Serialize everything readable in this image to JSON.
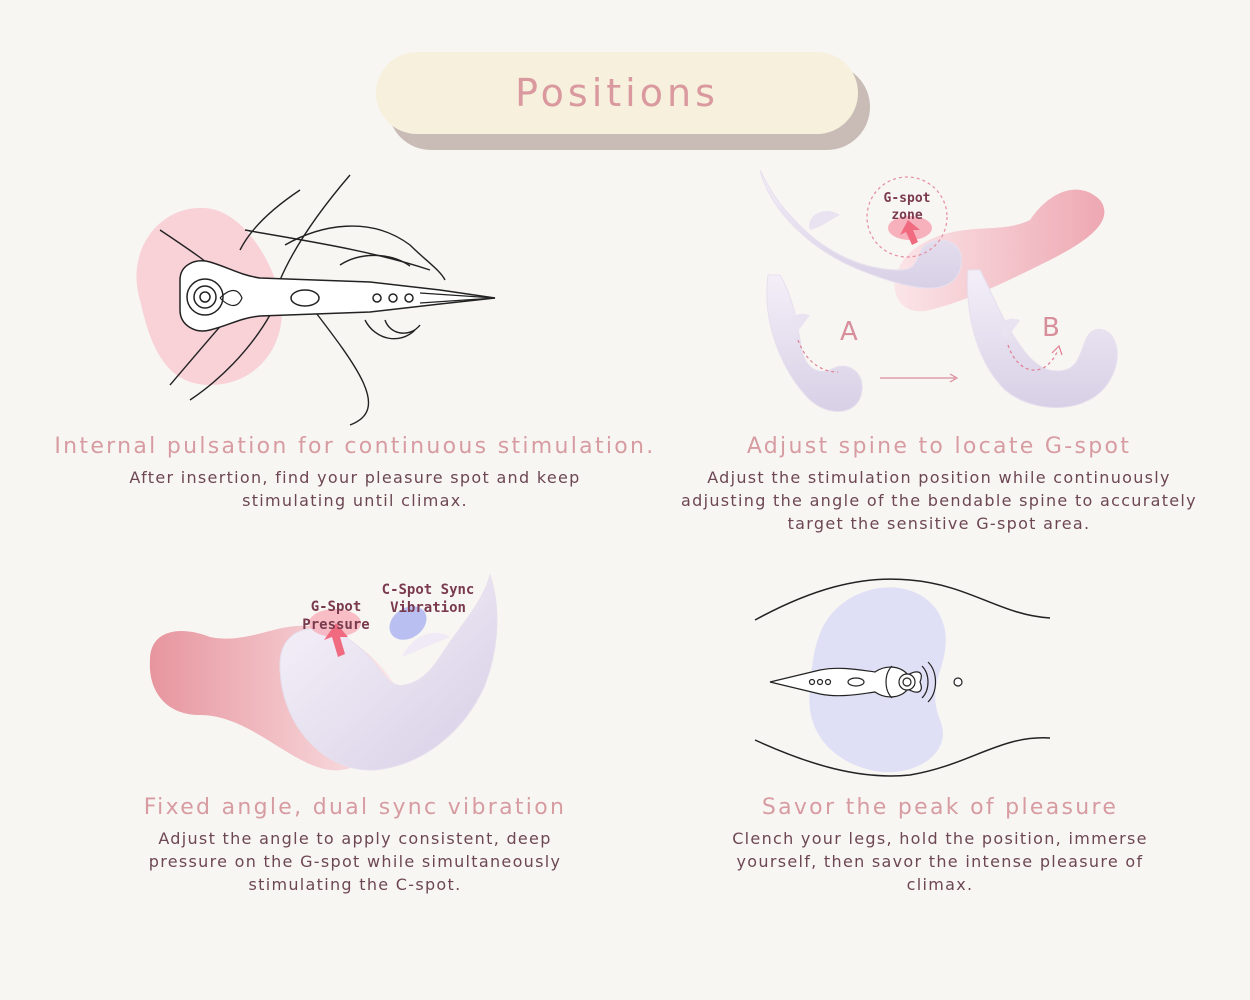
{
  "header": {
    "title": "Positions"
  },
  "positions": [
    {
      "title": "Internal pulsation for continuous stimulation.",
      "body": "After insertion, find your pleasure spot and keep stimulating until climax."
    },
    {
      "title": "Adjust spine to locate G-spot",
      "body": "Adjust the stimulation position while continuously adjusting the angle of the bendable spine to accurately target the sensitive G-spot area.",
      "labels": {
        "zone_line1": "G-spot",
        "zone_line2": "zone",
        "a": "A",
        "b": "B"
      }
    },
    {
      "title": "Fixed angle, dual sync vibration",
      "body": "Adjust the angle to apply consistent, deep pressure on the G-spot while simultaneously stimulating the C-spot.",
      "labels": {
        "g_line1": "G-Spot",
        "g_line2": "Pressure",
        "c_line1": "C-Spot Sync",
        "c_line2": "Vibration"
      }
    },
    {
      "title": "Savor the peak of pleasure",
      "body": "Clench your legs, hold the position, immerse yourself, then savor the intense pleasure of climax."
    }
  ],
  "colors": {
    "background": "#f8f6f3",
    "title_pill": "#f6f0dc",
    "title_text": "#d9999f",
    "caption_title": "#d79ca2",
    "caption_body": "#6d4753",
    "accent_arrow": "#f06a80"
  }
}
